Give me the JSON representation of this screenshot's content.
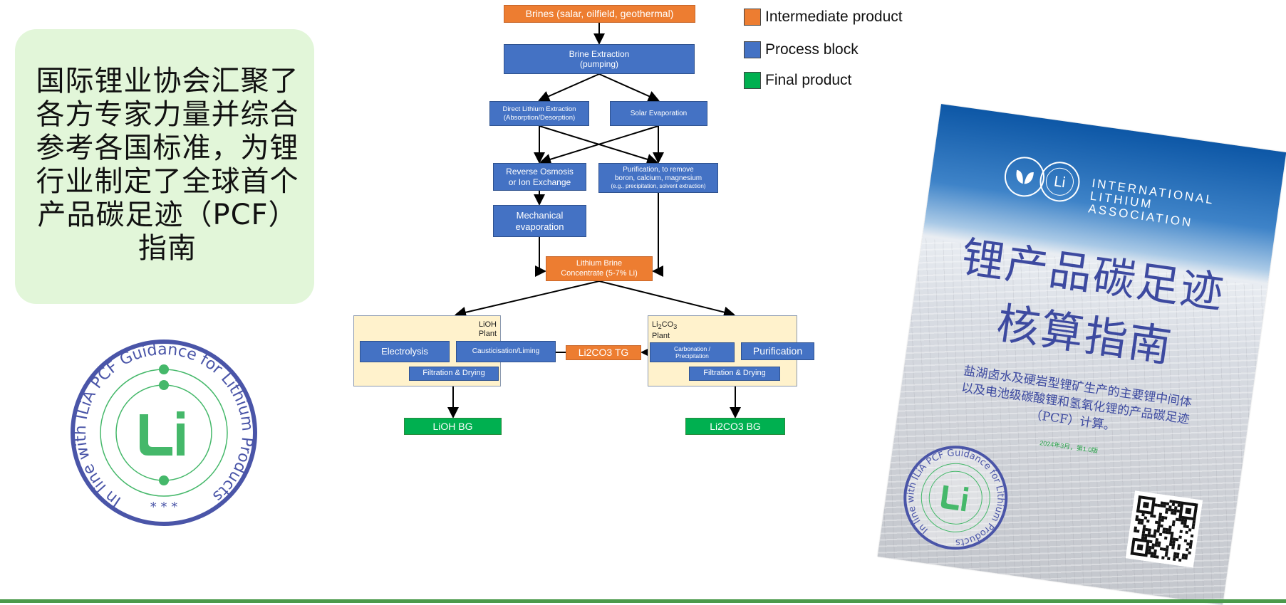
{
  "intro": {
    "text": "国际锂业协会汇聚了\n各方专家力量并综合\n参考各国标准，为锂\n行业制定了全球首个\n产品碳足迹（PCF）\n指南"
  },
  "stamp": {
    "text": "In line with ILiA PCF Guidance for Lithium Products",
    "stars": "* * *",
    "logo": "Li"
  },
  "flowchart": {
    "brines": "Brines (salar, oilfield, geothermal)",
    "extraction": "Brine Extraction\n(pumping)",
    "dle": "Direct Lithium Extraction\n(Absorption/Desorption)",
    "solar": "Solar Evaporation",
    "ro": "Reverse Osmosis\nor Ion Exchange",
    "purif_remove": "Purification, to remove\nboron, calcium, magnesium",
    "purif_remove_note": "(e.g., precipitation, solvent extraction)",
    "mech": "Mechanical\nevaporation",
    "concentrate": "Lithium Brine\nConcentrate (5-7% Li)",
    "lioh_plant": "LiOH\nPlant",
    "li2co3_plant_formula": "Li",
    "li2co3_plant_sub2": "2",
    "li2co3_plant_co": "CO",
    "li2co3_plant_sub3": "3",
    "li2co3_plant_word": "Plant",
    "electrolysis": "Electrolysis",
    "caustic": "Causticisation/Liming",
    "filtration_left": "Filtration & Drying",
    "tg": "Li2CO3 TG",
    "carbonation": "Carbonation /\nPrecipitation",
    "purification": "Purification",
    "filtration_right": "Filtration & Drying",
    "lioh_bg": "LiOH BG",
    "li2co3_bg": "Li2CO3 BG"
  },
  "legend": [
    {
      "label": "Intermediate product",
      "color": "#ed7d31"
    },
    {
      "label": "Process block",
      "color": "#4472c4"
    },
    {
      "label": "Final product",
      "color": "#00b050"
    }
  ],
  "poster": {
    "org": [
      "INTERNATIONAL",
      "LITHIUM",
      "ASSOCIATION"
    ],
    "title1": "锂产品碳足迹",
    "title2": "核算指南",
    "subtitle": "盐湖卤水及硬岩型锂矿生产的主要锂中间体\n以及电池级碳酸锂和氢氧化锂的产品碳足迹\n（PCF）计算。",
    "date": "2024年3月，第1.0版",
    "stamp_text": "In line with ILiA PCF Guidance for Lithium Products",
    "logo": "Li"
  },
  "colors": {
    "orange": "#ed7d31",
    "blue": "#4472c4",
    "green": "#00b050",
    "stamp_blue": "#4a55a8",
    "logo_green": "#45b86a",
    "intro_bg": "#e2f6d9",
    "bottom_bar": "#4b9a4b"
  }
}
